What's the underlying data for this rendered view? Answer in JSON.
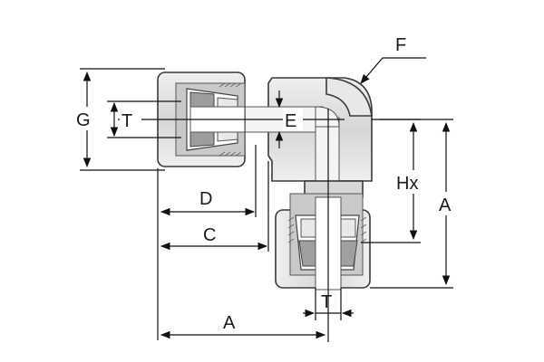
{
  "figure": {
    "labels": {
      "G": "G",
      "T_left": "T",
      "E": "E",
      "F": "F",
      "D": "D",
      "C": "C",
      "Hx": "Hx",
      "A_right": "A",
      "T_bottom": "T",
      "A_bottom": "A"
    }
  }
}
